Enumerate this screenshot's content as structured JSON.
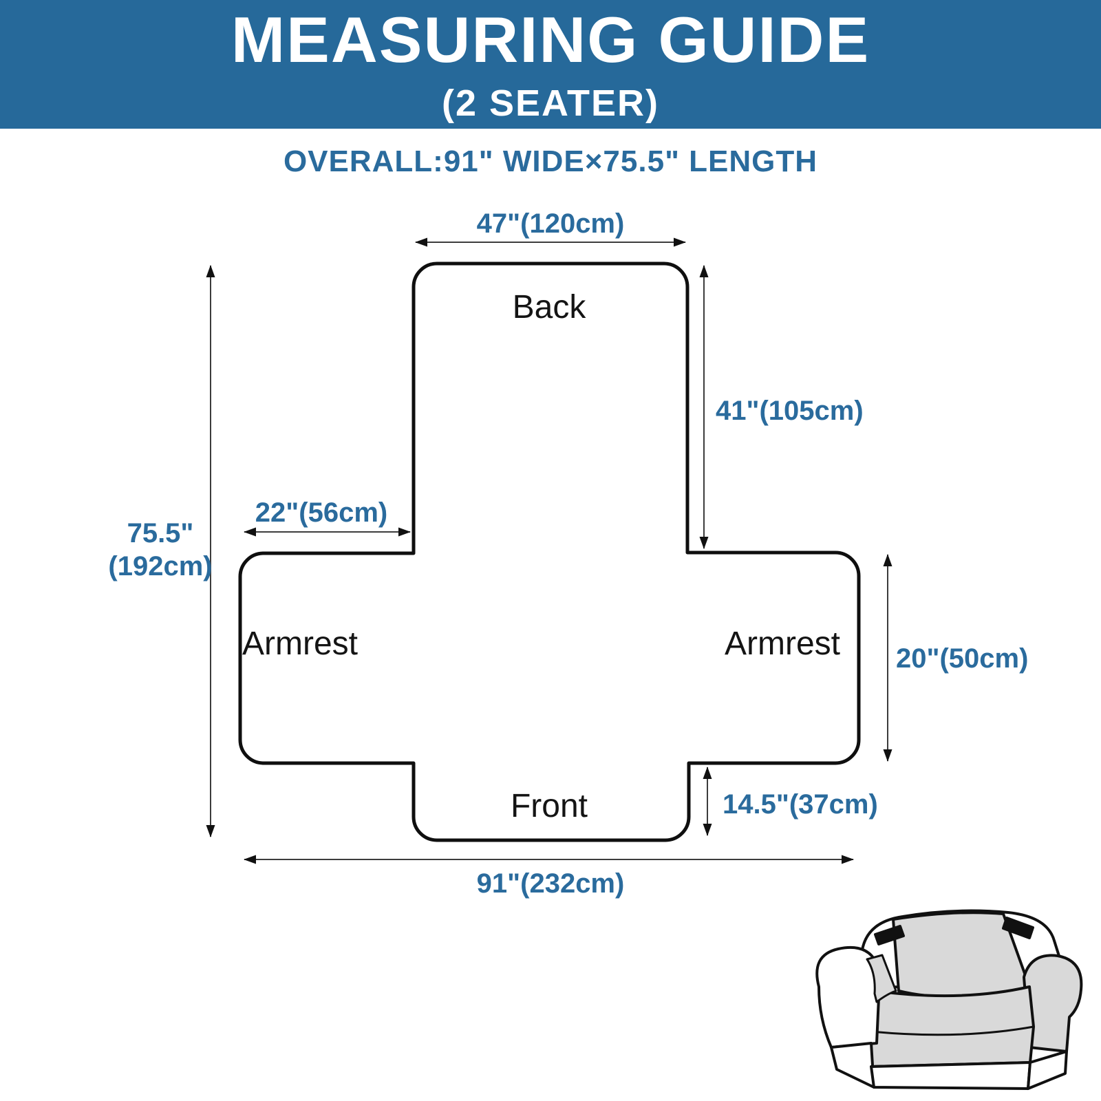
{
  "header": {
    "title": "MEASURING GUIDE",
    "subtitle": "(2 SEATER)",
    "bg_color": "#26699a"
  },
  "overall": {
    "text": "OVERALL:91\" WIDE×75.5\" LENGTH"
  },
  "diagram": {
    "accent_color": "#2a6b9d",
    "panel_labels": {
      "back": "Back",
      "armrest_left": "Armrest",
      "armrest_right": "Armrest",
      "front": "Front"
    },
    "dimensions": {
      "back_width": "47\"(120cm)",
      "back_height": "41\"(105cm)",
      "armrest_width": "22\"(56cm)",
      "overall_length_line1": "75.5\"",
      "overall_length_line2": "(192cm)",
      "armrest_height": "20\"(50cm)",
      "front_height": "14.5\"(37cm)",
      "overall_width": "91\"(232cm)"
    }
  },
  "sofa_illustration": {
    "description": "two-seater sofa with grey protective cover and black straps"
  }
}
